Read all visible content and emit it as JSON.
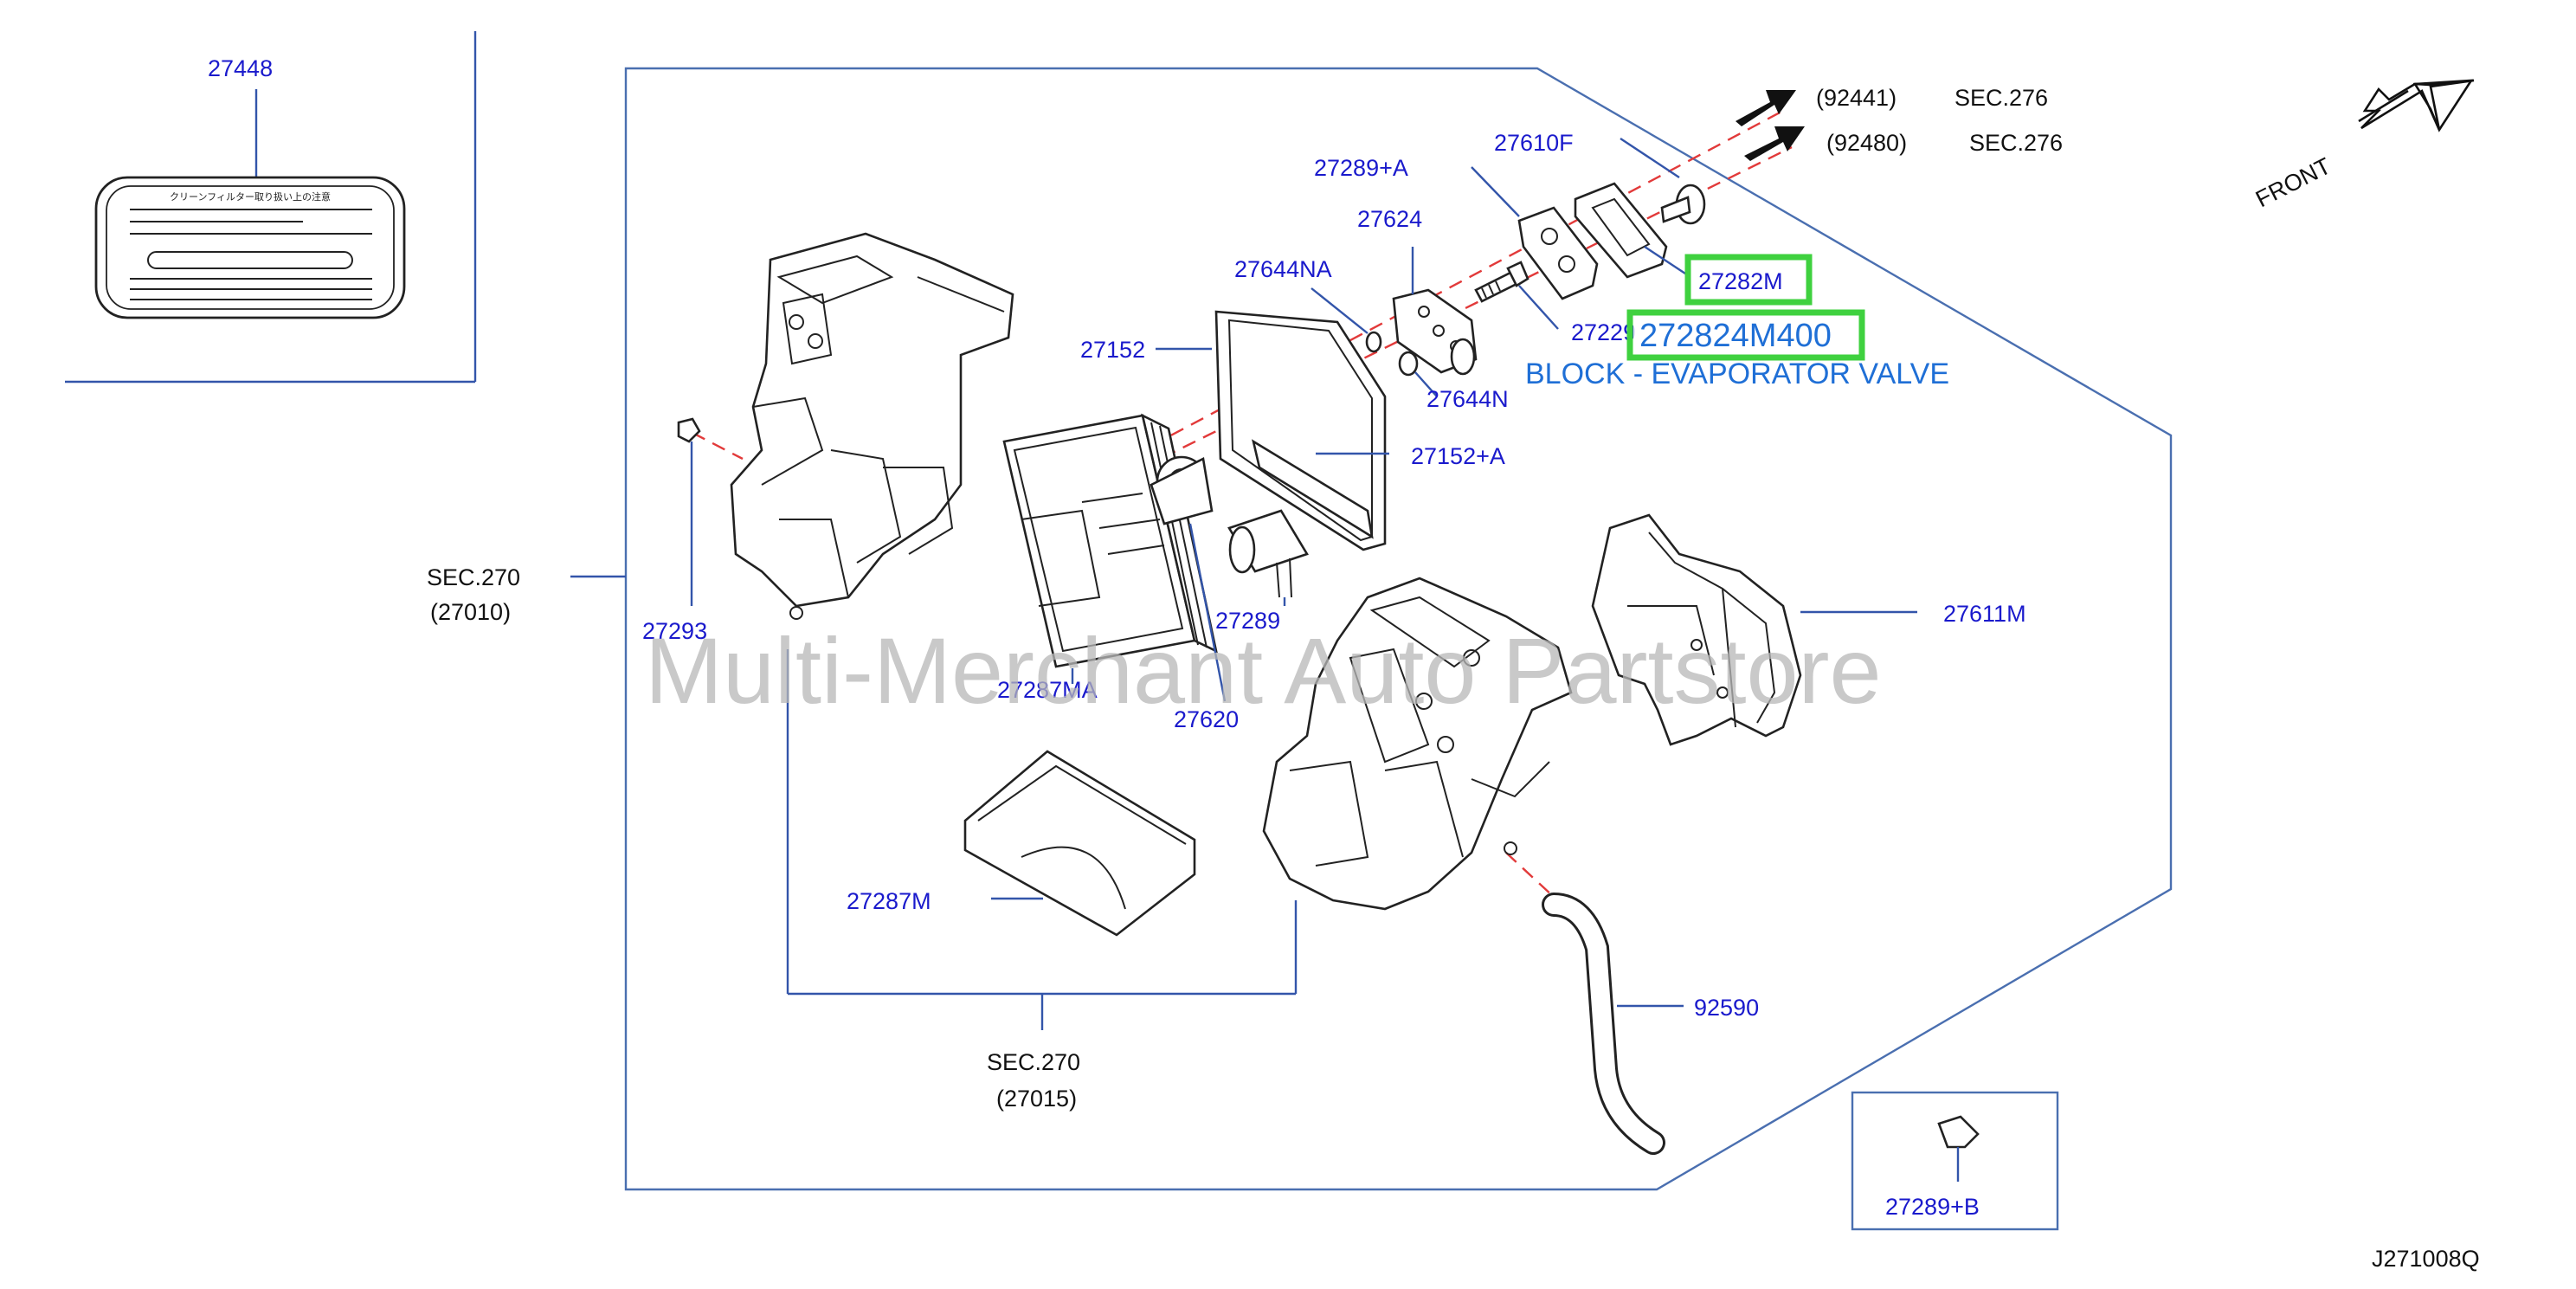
{
  "labels": {
    "p27448": "27448",
    "p27289A": "27289+A",
    "p27610F": "27610F",
    "p27624": "27624",
    "p27644NA": "27644NA",
    "p27152": "27152",
    "p27282M": "27282M",
    "p2722x": "27229",
    "p272824M400": "272824M400",
    "p27644N": "27644N",
    "p27152A": "27152+A",
    "p27293": "27293",
    "p27289": "27289",
    "p27287MA": "27287MA",
    "p27620": "27620",
    "p27611M": "27611M",
    "p27287M": "27287M",
    "p92590": "92590",
    "p27289B": "27289+B",
    "p92441": "(92441)",
    "p92480": "(92480)",
    "sec276a": "SEC.276",
    "sec276b": "SEC.276",
    "sec270a": "SEC.270",
    "sec270a_ref": "(27010)",
    "sec270b": "SEC.270",
    "sec270b_ref": "(27015)",
    "front": "FRONT",
    "diagram_id": "J271008Q",
    "highlight_desc": "BLOCK - EVAPORATOR VALVE",
    "watermark": "Multi-Merchant Auto Partstore",
    "label_text": "クリーンフィルター取り扱い上の注意"
  },
  "colors": {
    "part_number": "#1a1acc",
    "leader_line": "#3355aa",
    "dashed_axis": "#e23a3a",
    "highlight_box": "#3fd13f",
    "highlight_text": "#1f6fd6"
  }
}
